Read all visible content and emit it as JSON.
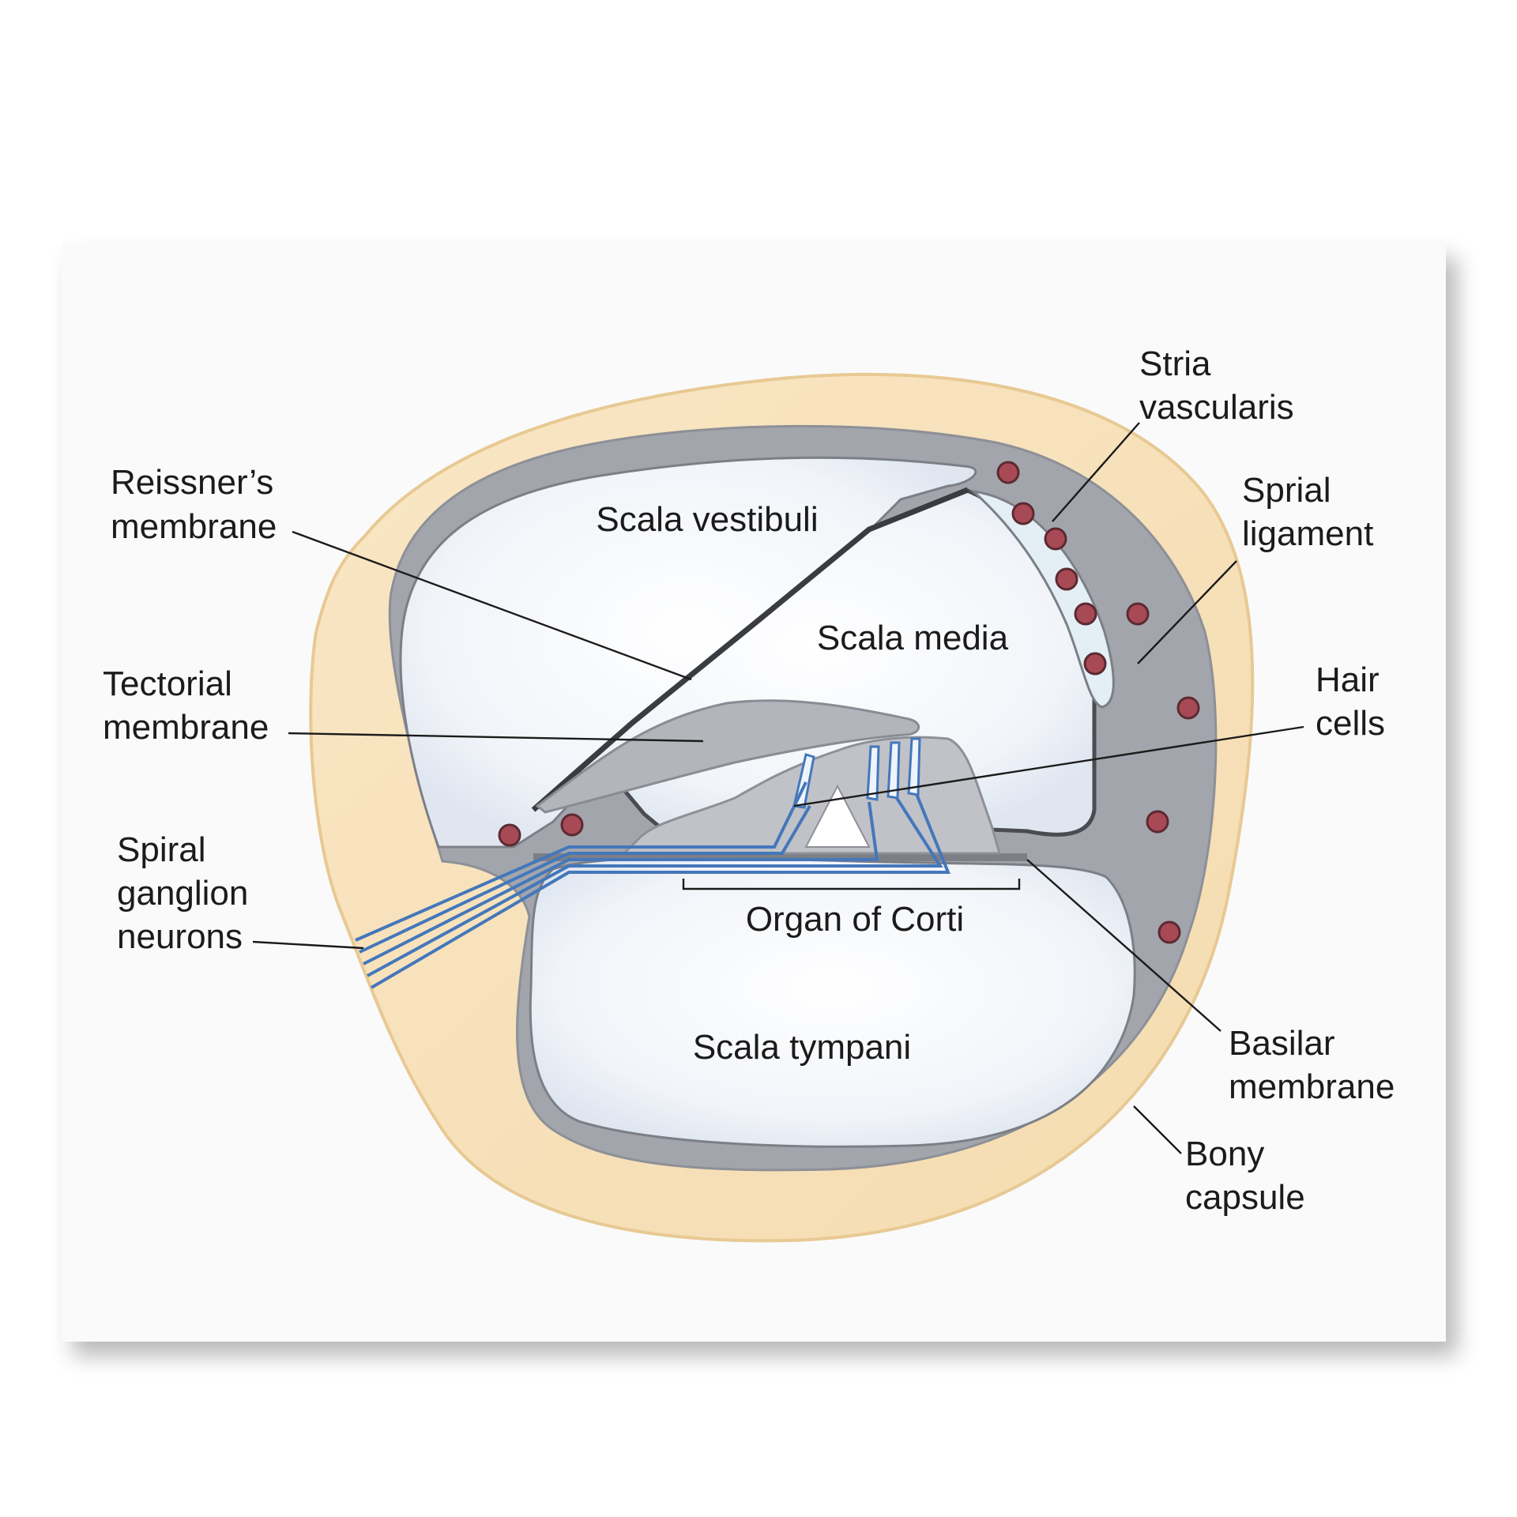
{
  "labels": {
    "stria_vascularis": [
      "Stria",
      "vascularis"
    ],
    "spiral_ligament": [
      "Sprial",
      "ligament"
    ],
    "reissners_membrane": [
      "Reissner’s",
      "membrane"
    ],
    "tectorial_membrane": [
      "Tectorial",
      "membrane"
    ],
    "hair_cells": [
      "Hair",
      "cells"
    ],
    "spiral_ganglion_neurons": [
      "Spiral",
      "ganglion",
      "neurons"
    ],
    "basilar_membrane": [
      "Basilar",
      "membrane"
    ],
    "bony_capsule": [
      "Bony",
      "capsule"
    ]
  },
  "regions": {
    "scala_vestibuli": "Scala vestibuli",
    "scala_media": "Scala media",
    "scala_tympani": "Scala tympani",
    "organ_of_corti": "Organ of Corti"
  },
  "colors": {
    "bone": "#f7e2bd",
    "bone_edge": "#e6c48c",
    "tissue": "#a3a5ac",
    "cavity": "#eef2f8",
    "blood_cell": "#a84a55",
    "nerve": "#4477bb"
  }
}
